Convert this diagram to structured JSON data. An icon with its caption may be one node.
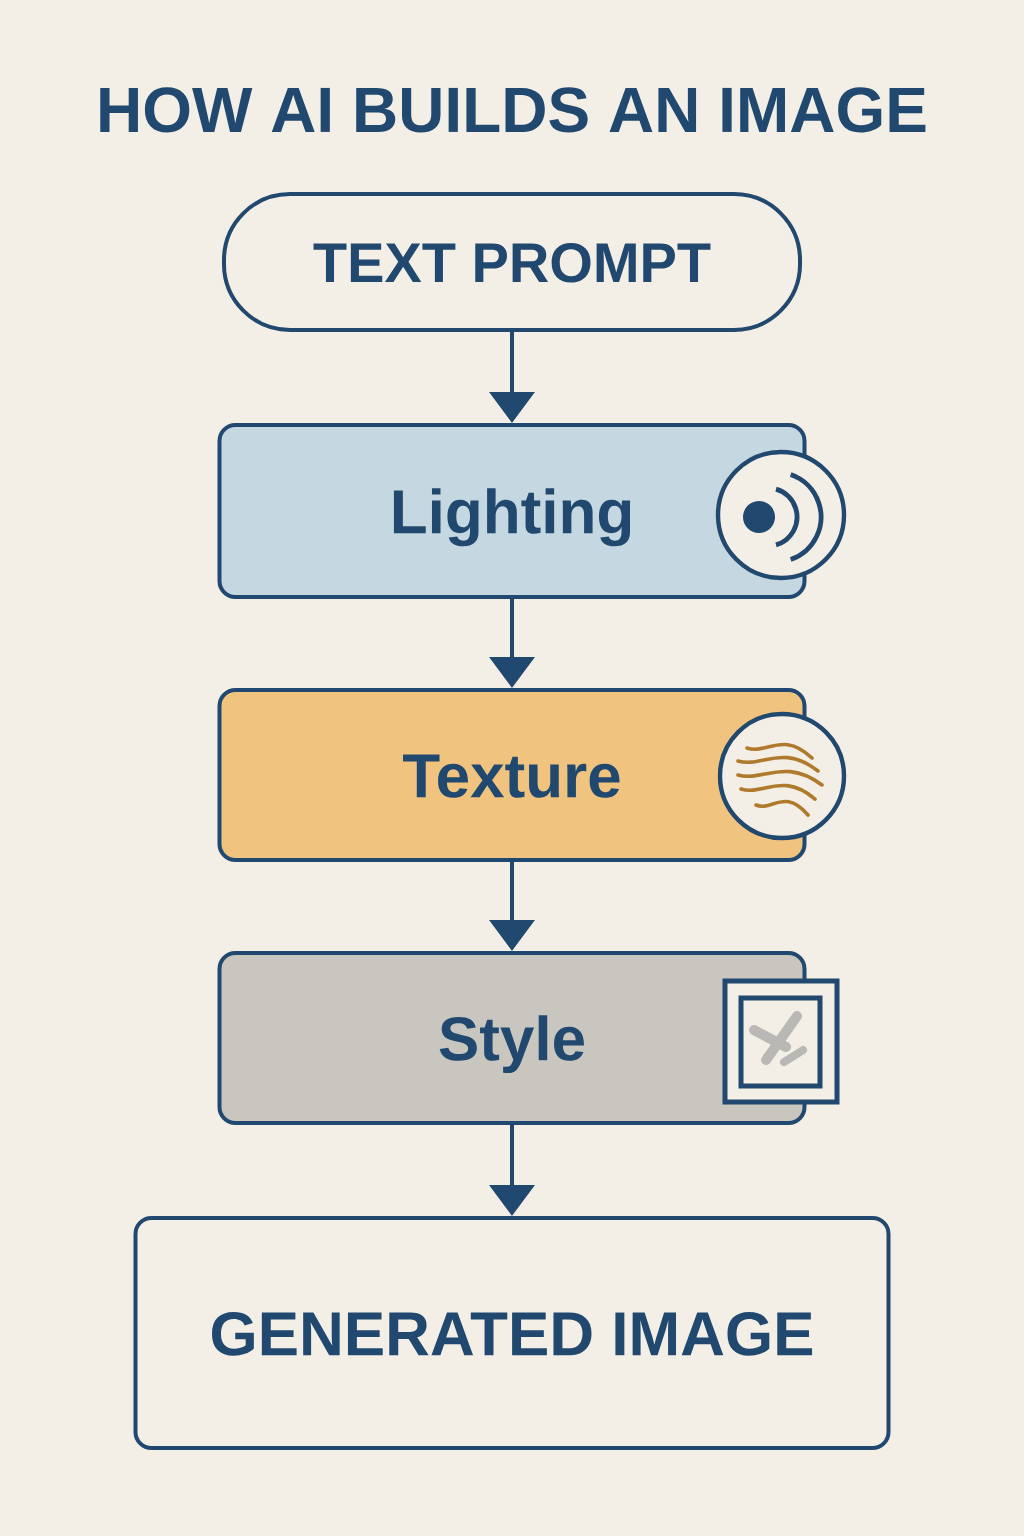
{
  "diagram": {
    "title": "HOW AI BUILDS AN IMAGE",
    "nodes": [
      {
        "text": [
          "TEXT PROMPT"
        ]
      },
      {
        "text": [
          "Lighting"
        ]
      },
      {
        "text": [
          "Texture"
        ]
      },
      {
        "text": [
          "Style"
        ]
      },
      {
        "text": [
          "GENERATED IMAGE"
        ]
      }
    ],
    "edges": [
      {
        "from": 0,
        "to": 1,
        "arrow": "to"
      },
      {
        "from": 1,
        "to": 2,
        "arrow": "to"
      },
      {
        "from": 2,
        "to": 3,
        "arrow": "to"
      },
      {
        "from": 3,
        "to": 4,
        "arrow": "to"
      }
    ]
  }
}
